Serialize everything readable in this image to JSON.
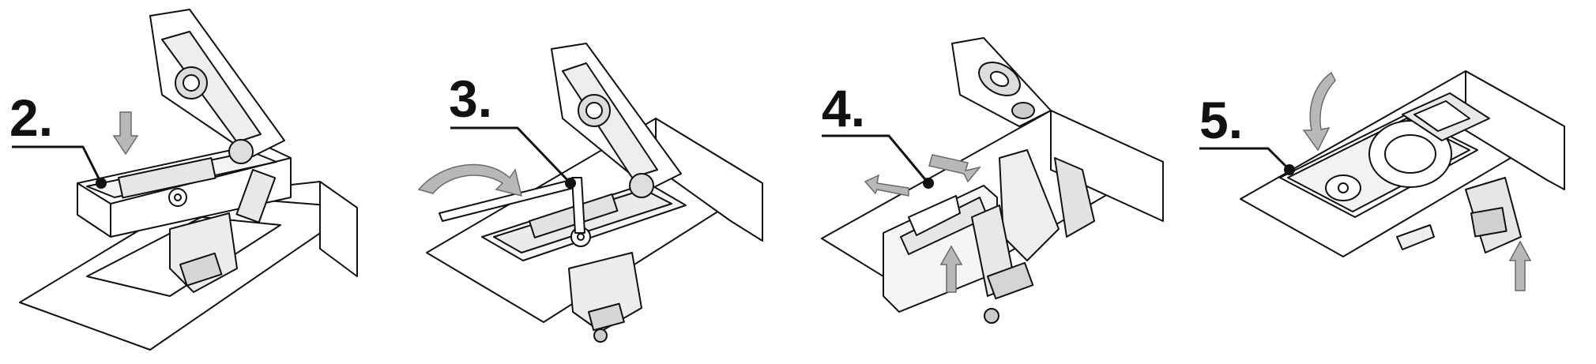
{
  "steps": [
    {
      "label": "2."
    },
    {
      "label": "3."
    },
    {
      "label": "4."
    },
    {
      "label": "5."
    }
  ],
  "colors": {
    "line": "#111111",
    "arrow_fill": "#b8b8b8",
    "arrow_stroke": "#6a6a6a",
    "paper": "#ffffff"
  },
  "icons": [
    "down-arrow-icon",
    "rotate-arrow-icon",
    "slide-arrow-icon",
    "up-arrow-icon"
  ]
}
